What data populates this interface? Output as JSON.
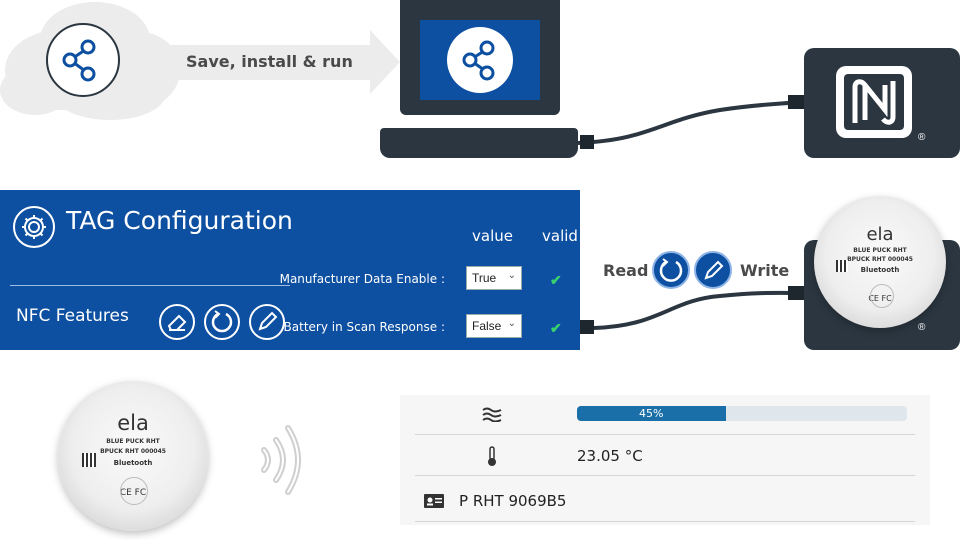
{
  "flow": {
    "arrow_label": "Save, install & run"
  },
  "nfc_reader": {
    "logo_trademark": "®"
  },
  "config_panel": {
    "title": "TAG Configuration",
    "section_label": "NFC Features",
    "col_value": "value",
    "col_valid": "valid",
    "rows": [
      {
        "label": "Manufacturer Data Enable :",
        "value": "True",
        "valid": "✔"
      },
      {
        "label": "Battery in Scan Response :",
        "value": "False",
        "valid": "✔"
      }
    ],
    "icons": [
      "erase-icon",
      "refresh-icon",
      "edit-icon"
    ]
  },
  "read_write": {
    "read_label": "Read",
    "write_label": "Write"
  },
  "puck": {
    "brand": "ela",
    "model": "BLUE PUCK RHT",
    "serial": "BPUCK RHT 000045",
    "bluetooth": "Bluetooth",
    "marks": "CE  FC"
  },
  "readings": {
    "humidity_percent": 45,
    "humidity_label": "45%",
    "temperature": "23.05 °C",
    "device_name": "P RHT 9069B5"
  },
  "colors": {
    "brand_blue": "#0d4fa0",
    "dark": "#2b3640",
    "check_green": "#3bd16f",
    "bar_fill": "#1a6fa8"
  }
}
